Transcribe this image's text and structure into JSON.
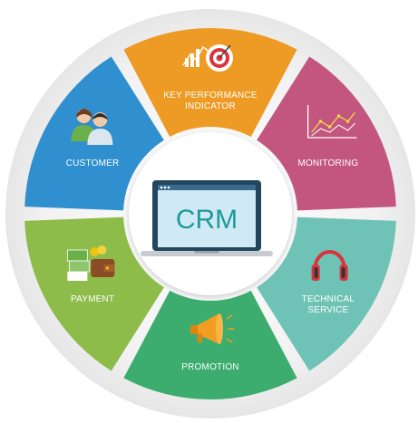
{
  "center": {
    "label": "CRM",
    "screen_color": "#cfeaf5",
    "frame_color": "#23465f"
  },
  "segments": [
    {
      "id": "kpi",
      "lines": [
        "KEY PERFORMANCE",
        "INDICATOR"
      ],
      "color": "#ee9b25",
      "icon": "kpi-target-icon"
    },
    {
      "id": "monitoring",
      "lines": [
        "MONITORING"
      ],
      "color": "#c2567f",
      "icon": "line-chart-icon"
    },
    {
      "id": "technical-service",
      "lines": [
        "TECHNICAL",
        "SERVICE"
      ],
      "color": "#6fc3b6",
      "icon": "headphones-icon"
    },
    {
      "id": "promotion",
      "lines": [
        "PROMOTION"
      ],
      "color": "#3cad6e",
      "icon": "megaphone-icon"
    },
    {
      "id": "payment",
      "lines": [
        "PAYMENT"
      ],
      "color": "#8ebc4b",
      "icon": "wallet-money-icon"
    },
    {
      "id": "customer",
      "lines": [
        "CUSTOMER"
      ],
      "color": "#2f8fcf",
      "icon": "customers-icon"
    }
  ]
}
